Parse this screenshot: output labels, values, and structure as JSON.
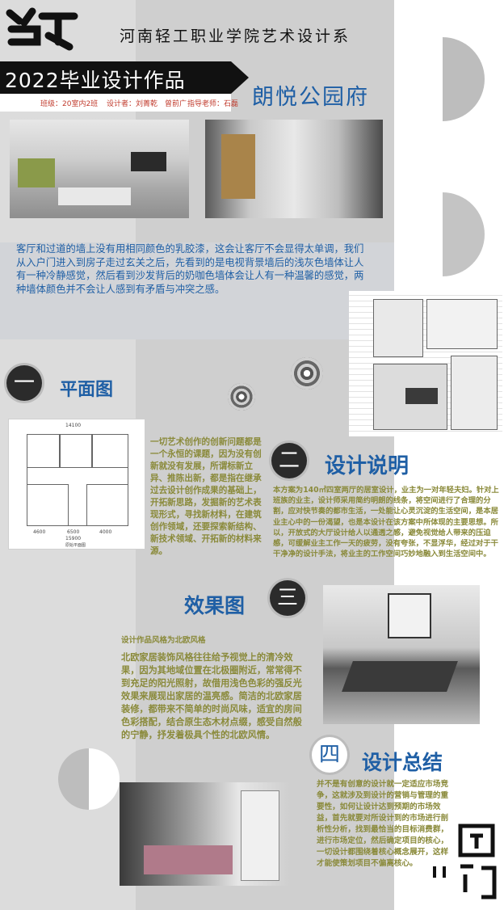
{
  "header": {
    "school": "河南轻工职业学院艺术设计系",
    "title": "2022毕业设计作品",
    "project_name": "朗悦公园府",
    "class_label": "班级：20室内2班",
    "designer_label": "设计者：刘菁乾　曾前广",
    "teacher_label": "指导老师：石磊"
  },
  "intro": "客厅和过道的墙上没有用相同颜色的乳胶漆，这会让客厅不会显得太单调，我们从入户门进入到房子走过玄关之后，先看到的是电视背景墙后的浅灰色墙体让人有一种冷静感觉，然后看到沙发背后的奶咖色墙体会让人有一种温馨的感觉，两种墙体颜色并不会让人感到有矛盾与冲突之感。",
  "sections": {
    "floor_plan": {
      "badge": "一",
      "heading": "平面图",
      "text": "一切艺术创作的创新问题都是一个永恒的课题，因为没有创新就没有发展，所谓标新立异、推陈出新，都是指在继承过去设计创作成果的基础上，开拓新思路，发掘新的艺术表现形式，寻找新材料，在建筑创作领域，还要探索新结构、新技术领域、开拓新的材料来源。",
      "dims_top": "14100",
      "dims_bottom": [
        "4600",
        "6500",
        "4000"
      ],
      "dims_total": "15900",
      "caption": "原始平面图"
    },
    "design_note": {
      "badge": "二",
      "heading": "设计说明",
      "text": "本方案为140㎡四室两厅的居室设计，业主为一对年轻夫妇。针对上班族的业主，设计师采用简约明朗的线条，将空间进行了合理的分割，应对快节奏的都市生活，一处能让心灵沉淀的生活空间，是本居业主心中的一份渴望，也是本设计在该方案中所体现的主要思想。所以，开放式的大厅设计给人以通透之感，避免视觉给人带来的压迫感，可缓解业主工作一天的疲劳，没有夸张，不显浮华，经过对于干干净净的设计手法，将业主的工作空间巧妙地融入到生活空间中。"
    },
    "renderings": {
      "badge": "三",
      "heading": "效果图",
      "lead": "设计作品风格为北欧风格",
      "text": "北欧家居装饰风格往往给予视觉上的清冷效果，因为其地域位置在北极圈附近，常常得不到充足的阳光照射，故借用浅色色彩的强反光效果来展现出家居的温亮感。简洁的北欧家居装修，都带来不简单的时尚风味，适宜的房间色彩搭配，结合原生态木材点缀，感受自然般的宁静，抒发着极具个性的北欧风情。"
    },
    "summary": {
      "badge": "四",
      "heading": "设计总结",
      "text": "并不是有创意的设计就一定适应市场竞争，这就涉及到设计的营销与管理的重要性，如何让设计达到预期的市场效益，首先就要对所设计到的市场进行剖析性分析，找到最恰当的目标消费群，进行市场定位，然后确定项目的核心，一切设计都围绕着核心概念展开，这样才能使策划项目不偏离核心。"
    }
  },
  "icons": {
    "logo": "logo-mark-icon",
    "corner": "decorative-glyph-icon"
  },
  "colors": {
    "accent_blue": "#1f5fa5",
    "olive_text": "#8a8a3a",
    "meta_red": "#c0392b",
    "dark": "#111111"
  }
}
